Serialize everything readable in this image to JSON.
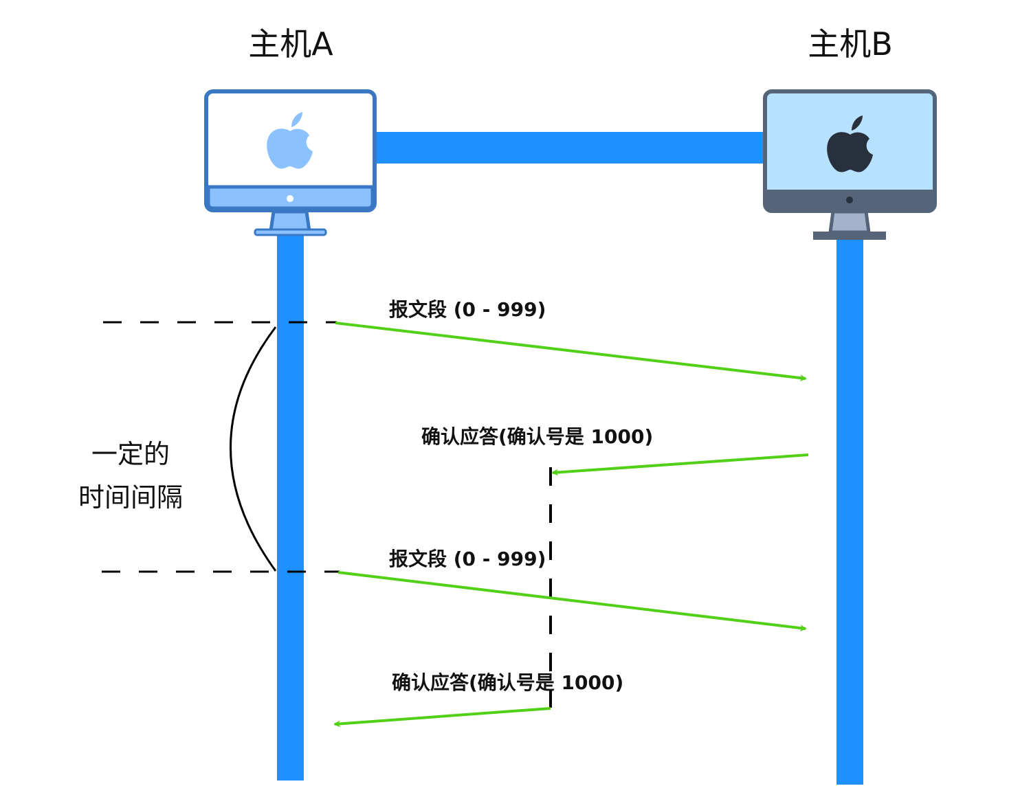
{
  "hosts": {
    "a": {
      "title": "主机A",
      "screen_color": "#ffffff",
      "frame_color": "#3a78c4",
      "logo_color": "#8bc1ff",
      "chin_color": "#8bc1ff"
    },
    "b": {
      "title": "主机B",
      "screen_color": "#b6e2ff",
      "frame_color": "#566479",
      "logo_color": "#28303d",
      "chin_color": "#566479"
    }
  },
  "colors": {
    "lifeline": "#1e90ff",
    "arrow": "#52d017",
    "dashed": "#000000"
  },
  "messages": [
    {
      "label": "报文段 (0 - 999)",
      "direction": "A->B"
    },
    {
      "label": "确认应答(确认号是 1000)",
      "direction": "B->mid"
    },
    {
      "label": "报文段 (0 - 999)",
      "direction": "A->B"
    },
    {
      "label": "确认应答(确认号是 1000)",
      "direction": "mid->A"
    }
  ],
  "interval": {
    "line1": "一定的",
    "line2": "时间间隔"
  }
}
